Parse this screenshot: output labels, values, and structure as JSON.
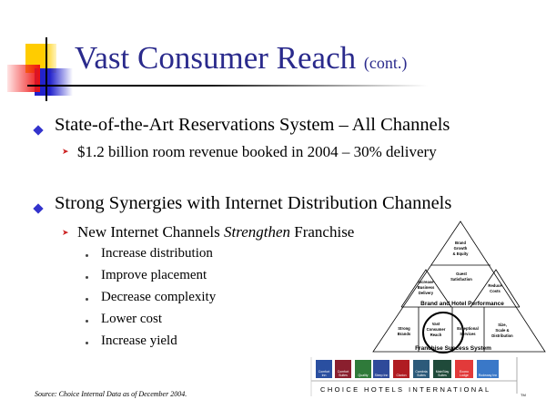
{
  "title": {
    "main": "Vast Consumer Reach",
    "suffix": "(cont.)"
  },
  "bullets": [
    {
      "text": "State-of-the-Art Reservations System – All Channels",
      "sub": [
        {
          "text": "$1.2 billion room revenue booked in 2004 – 30% delivery"
        }
      ]
    },
    {
      "text": "Strong Synergies with Internet Distribution Channels",
      "sub": [
        {
          "text_before": "New Internet Channels ",
          "text_em": "Strengthen",
          "text_after": " Franchise",
          "items": [
            "Increase distribution",
            "Improve placement",
            "Decrease complexity",
            "Lower cost",
            "Increase yield"
          ]
        }
      ]
    }
  ],
  "pyramid": {
    "top": [
      "Brand",
      "Growth",
      "& Equity"
    ],
    "guest": [
      "Guest",
      "Satisfaction"
    ],
    "increase": [
      "Increase",
      "Business",
      "Delivery"
    ],
    "reduce": [
      "Reduce",
      "Costs"
    ],
    "middle_label": "Brand and Hotel Performance",
    "strong": [
      "Strong",
      "Brands"
    ],
    "vast": [
      "Vast",
      "Consumer",
      "Reach"
    ],
    "exceptional": [
      "Exceptional",
      "Services"
    ],
    "size": [
      "Size,",
      "Scale &",
      "Distribution"
    ],
    "bottom_label": "Franchise Success System"
  },
  "brands": [
    {
      "name": "Comfort Inn",
      "color": "#2a4fa0"
    },
    {
      "name": "Comfort Suites",
      "color": "#8a1f2e"
    },
    {
      "name": "Quality",
      "color": "#2f7a3a"
    },
    {
      "name": "Sleep Inn",
      "color": "#2f4a9a"
    },
    {
      "name": "Clarion",
      "color": "#b01c22"
    },
    {
      "name": "Cambria Suites",
      "color": "#2c5a7a"
    },
    {
      "name": "MainStay Suites",
      "color": "#1f4a3a"
    },
    {
      "name": "Econo Lodge",
      "color": "#e23a3a"
    },
    {
      "name": "Rodeway Inn",
      "color": "#3a78c8"
    }
  ],
  "footer": {
    "company": "CHOICE HOTELS INTERNATIONAL",
    "tm": "TM",
    "source": "Source: Choice Internal Data as of December 2004."
  }
}
